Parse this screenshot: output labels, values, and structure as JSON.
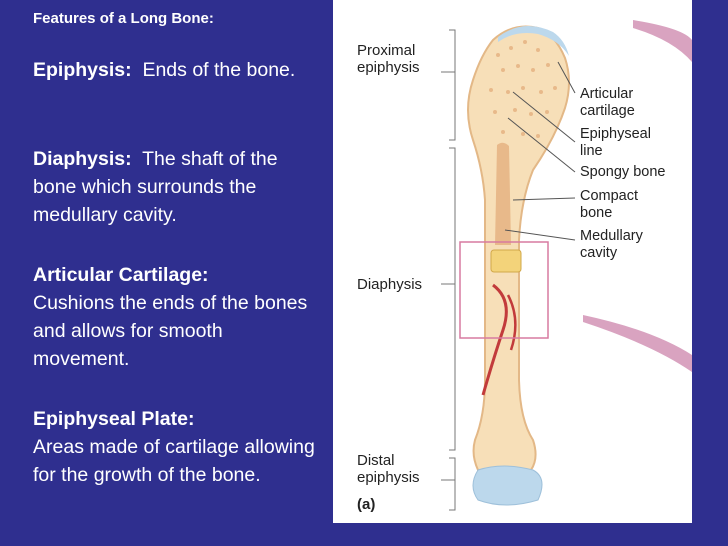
{
  "slide": {
    "title": "Features of a Long Bone:",
    "items": [
      {
        "term": "Epiphysis:",
        "desc": "Ends of the bone."
      },
      {
        "term": "Diaphysis:",
        "desc": "The shaft of the bone which surrounds the medullary cavity."
      },
      {
        "term": "Articular Cartilage:",
        "desc": "Cushions the ends of the bones and allows for smooth movement."
      },
      {
        "term": "Epiphyseal Plate:",
        "desc": "Areas made of cartilage allowing for the growth of the bone."
      }
    ]
  },
  "figure": {
    "left_labels": {
      "proximal": "Proximal\nepiphysis",
      "diaphysis": "Diaphysis",
      "distal": "Distal\nepiphysis",
      "panel": "(a)"
    },
    "right_labels": {
      "articular": "Articular\ncartilage",
      "epiphyseal": "Epiphyseal\nline",
      "spongy": "Spongy bone",
      "compact": "Compact\nbone",
      "medullary": "Medullary\ncavity"
    },
    "colors": {
      "background": "#2f2f8f",
      "bone": "#f7dfb8",
      "bone_shadow": "#e8b98a",
      "cartilage": "#bcd8ec",
      "vessel": "#c23b3b",
      "callout": "#d9a3c0"
    }
  }
}
